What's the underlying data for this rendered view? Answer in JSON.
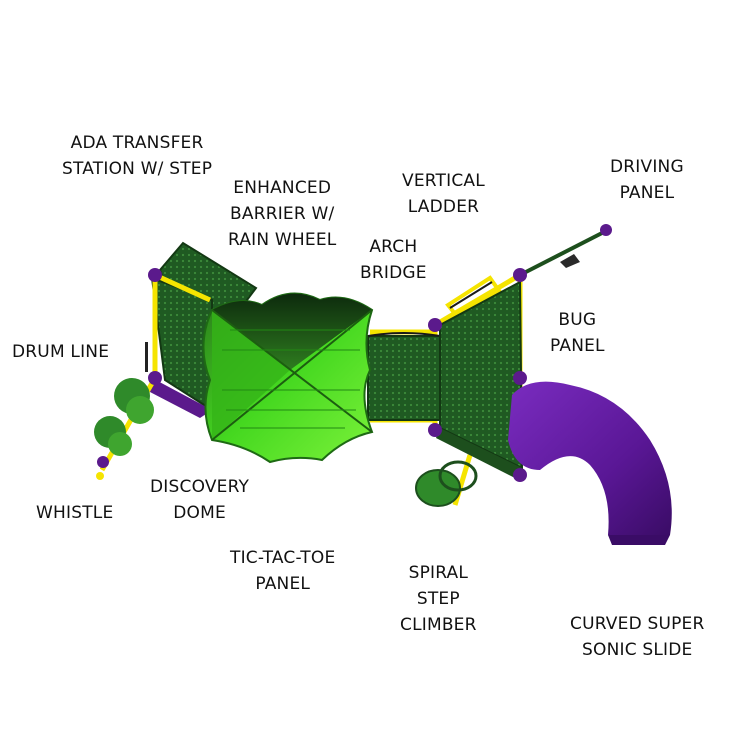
{
  "colors": {
    "green_bright": "#3fd41a",
    "green_dark": "#1d4f1d",
    "green_mid": "#2f8a2a",
    "purple": "#5b1a8c",
    "yellow": "#f5e400"
  },
  "labels": {
    "ada_transfer": [
      "ADA TRANSFER",
      "STATION W/ STEP"
    ],
    "enhanced_barrier": [
      "ENHANCED",
      "BARRIER W/",
      "RAIN WHEEL"
    ],
    "vertical_ladder": [
      "VERTICAL",
      "LADDER"
    ],
    "driving_panel": [
      "DRIVING",
      "PANEL"
    ],
    "arch_bridge": [
      "ARCH",
      "BRIDGE"
    ],
    "bug_panel": [
      "BUG",
      "PANEL"
    ],
    "drum_line": [
      "DRUM LINE"
    ],
    "whistle": [
      "WHISTLE"
    ],
    "discovery_dome": [
      "DISCOVERY",
      "DOME"
    ],
    "tic_tac_toe": [
      "TIC-TAC-TOE",
      "PANEL"
    ],
    "spiral_step": [
      "SPIRAL",
      "STEP",
      "CLIMBER"
    ],
    "curved_slide": [
      "CURVED SUPER",
      "SONIC SLIDE"
    ]
  }
}
